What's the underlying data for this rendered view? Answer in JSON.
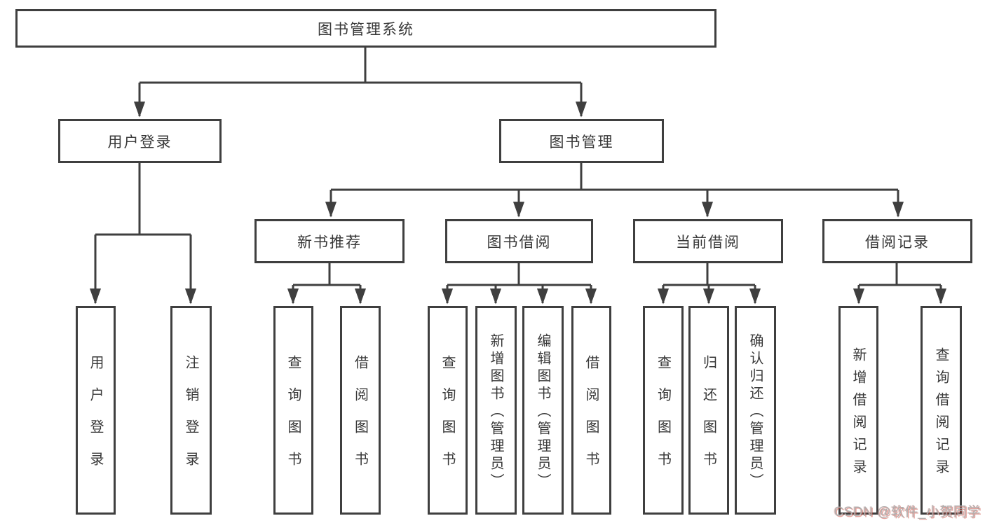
{
  "diagram_title": "图书管理系统",
  "nodes": {
    "root": "图书管理系统",
    "user_login": "用户登录",
    "book_mgmt": "图书管理",
    "new_book_rec": "新书推荐",
    "book_borrow": "图书借阅",
    "current_borrow": "当前借阅",
    "borrow_records": "借阅记录",
    "ul_login": "用户登录",
    "ul_logout": "注销登录",
    "nbr_query": "查询图书",
    "nbr_borrow": "借阅图书",
    "bb_query": "查询图书",
    "bb_add": "新增图书（管理员）",
    "bb_edit": "编辑图书（管理员）",
    "bb_borrow": "借阅图书",
    "cb_query": "查询图书",
    "cb_return": "归还图书",
    "cb_confirm": "确认归还（管理员）",
    "br_add": "新增借阅记录",
    "br_query": "查询借阅记录"
  },
  "hierarchy": {
    "图书管理系统": [
      "用户登录",
      "图书管理"
    ],
    "用户登录": [
      "用户登录",
      "注销登录"
    ],
    "图书管理": [
      "新书推荐",
      "图书借阅",
      "当前借阅",
      "借阅记录"
    ],
    "新书推荐": [
      "查询图书",
      "借阅图书"
    ],
    "图书借阅": [
      "查询图书",
      "新增图书（管理员）",
      "编辑图书（管理员）",
      "借阅图书"
    ],
    "当前借阅": [
      "查询图书",
      "归还图书",
      "确认归还（管理员）"
    ],
    "借阅记录": [
      "新增借阅记录",
      "查询借阅记录"
    ]
  },
  "watermark": "CSDN @软件_小贺同学",
  "colors": {
    "line": "#3f3f3f",
    "text": "#383838",
    "background": "#ffffff",
    "watermark_gray": "#b0b0b0",
    "watermark_red": "#cd554b"
  }
}
